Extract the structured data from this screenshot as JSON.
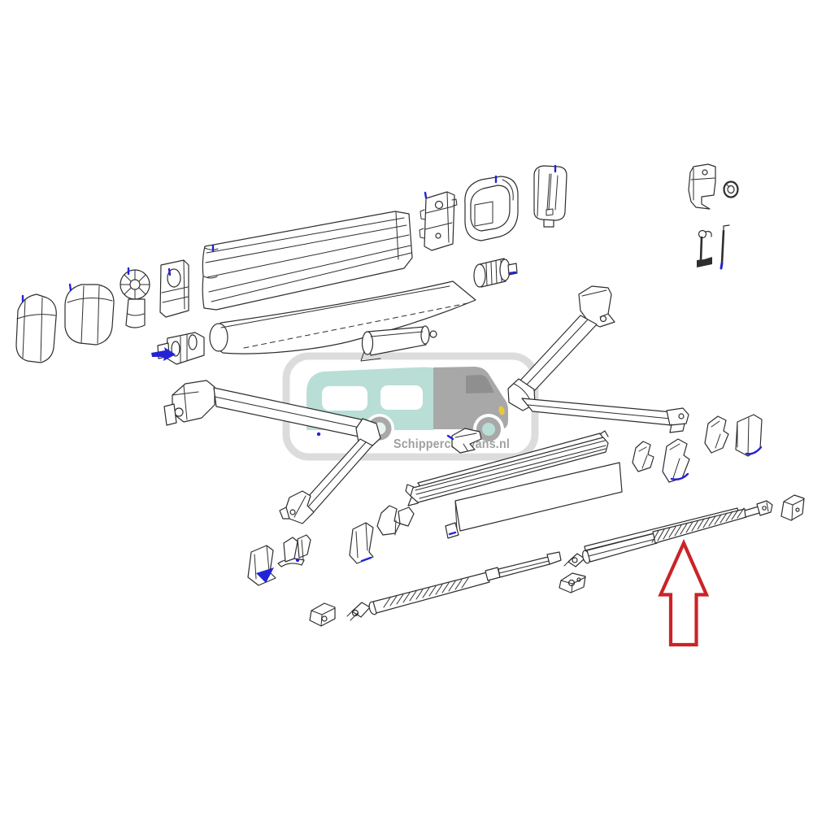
{
  "watermark": {
    "text": "Schippercaravans.nl",
    "colors": {
      "text": "#a0a0a0",
      "frame": "#dcdcdc",
      "caravan_body": "#b9ded6",
      "cab": "#a8a8a8",
      "cab_window": "#8f8f8f",
      "window": "#ffffff",
      "wheel_ring": "#a8a8a8",
      "wheel_hub_left": "#e9f4f1",
      "wheel_hub_right": "#b9ded6",
      "headlight": "#e9c73e"
    }
  },
  "diagram": {
    "background": "#ffffff",
    "line_color": "#2e2e2e",
    "callout_color": "#2323d6",
    "highlight_arrow": {
      "color": "#cb2328",
      "direction": "up",
      "target": "tension-rafter-spring-assembly"
    },
    "parts": [
      "left-end-cap-outer",
      "left-end-cap-inner",
      "gear-hub",
      "mounting-plate-left",
      "cassette-case-profile",
      "awning-fabric-roll",
      "motor-gearbox",
      "roller-end-support",
      "mounting-plate-top",
      "end-cap-top-center",
      "end-cap-top-right",
      "gear-adapter",
      "wall-bracket",
      "lock-ring",
      "hook-bracket",
      "tension-spring-rod",
      "spring-arm-right",
      "spring-arm-left",
      "rail-clip",
      "lead-rail",
      "front-panel",
      "panel-clip",
      "foot-bracket-1",
      "foot-bracket-2",
      "foot-bracket-3",
      "foot-bracket-4",
      "support-bracket-left",
      "pivot-bracket-pair",
      "support-bracket-mid",
      "support-bracket-tall",
      "fixing-block",
      "tension-rafter-left",
      "slider-block",
      "tension-rafter-spring-assembly",
      "end-bracket-right"
    ]
  }
}
